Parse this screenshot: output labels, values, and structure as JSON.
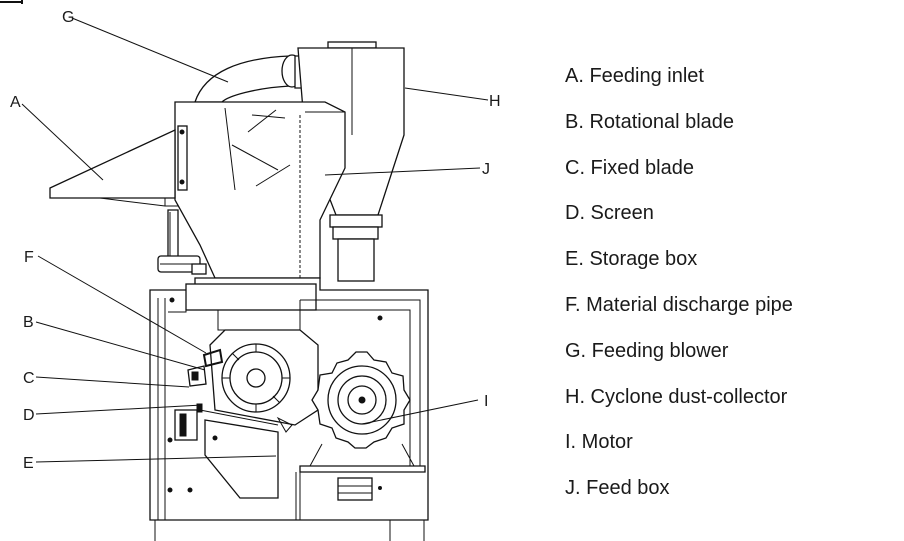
{
  "labels": {
    "A": "A",
    "B": "B",
    "C": "C",
    "D": "D",
    "E": "E",
    "F": "F",
    "G": "G",
    "H": "H",
    "I": "I",
    "J": "J"
  },
  "legend": [
    "A. Feeding inlet",
    "B. Rotational blade",
    "C. Fixed blade",
    "D. Screen",
    "E. Storage box",
    "F. Material discharge pipe",
    "G. Feeding blower",
    "H. Cyclone dust-collector",
    "I.  Motor",
    "J. Feed box"
  ]
}
